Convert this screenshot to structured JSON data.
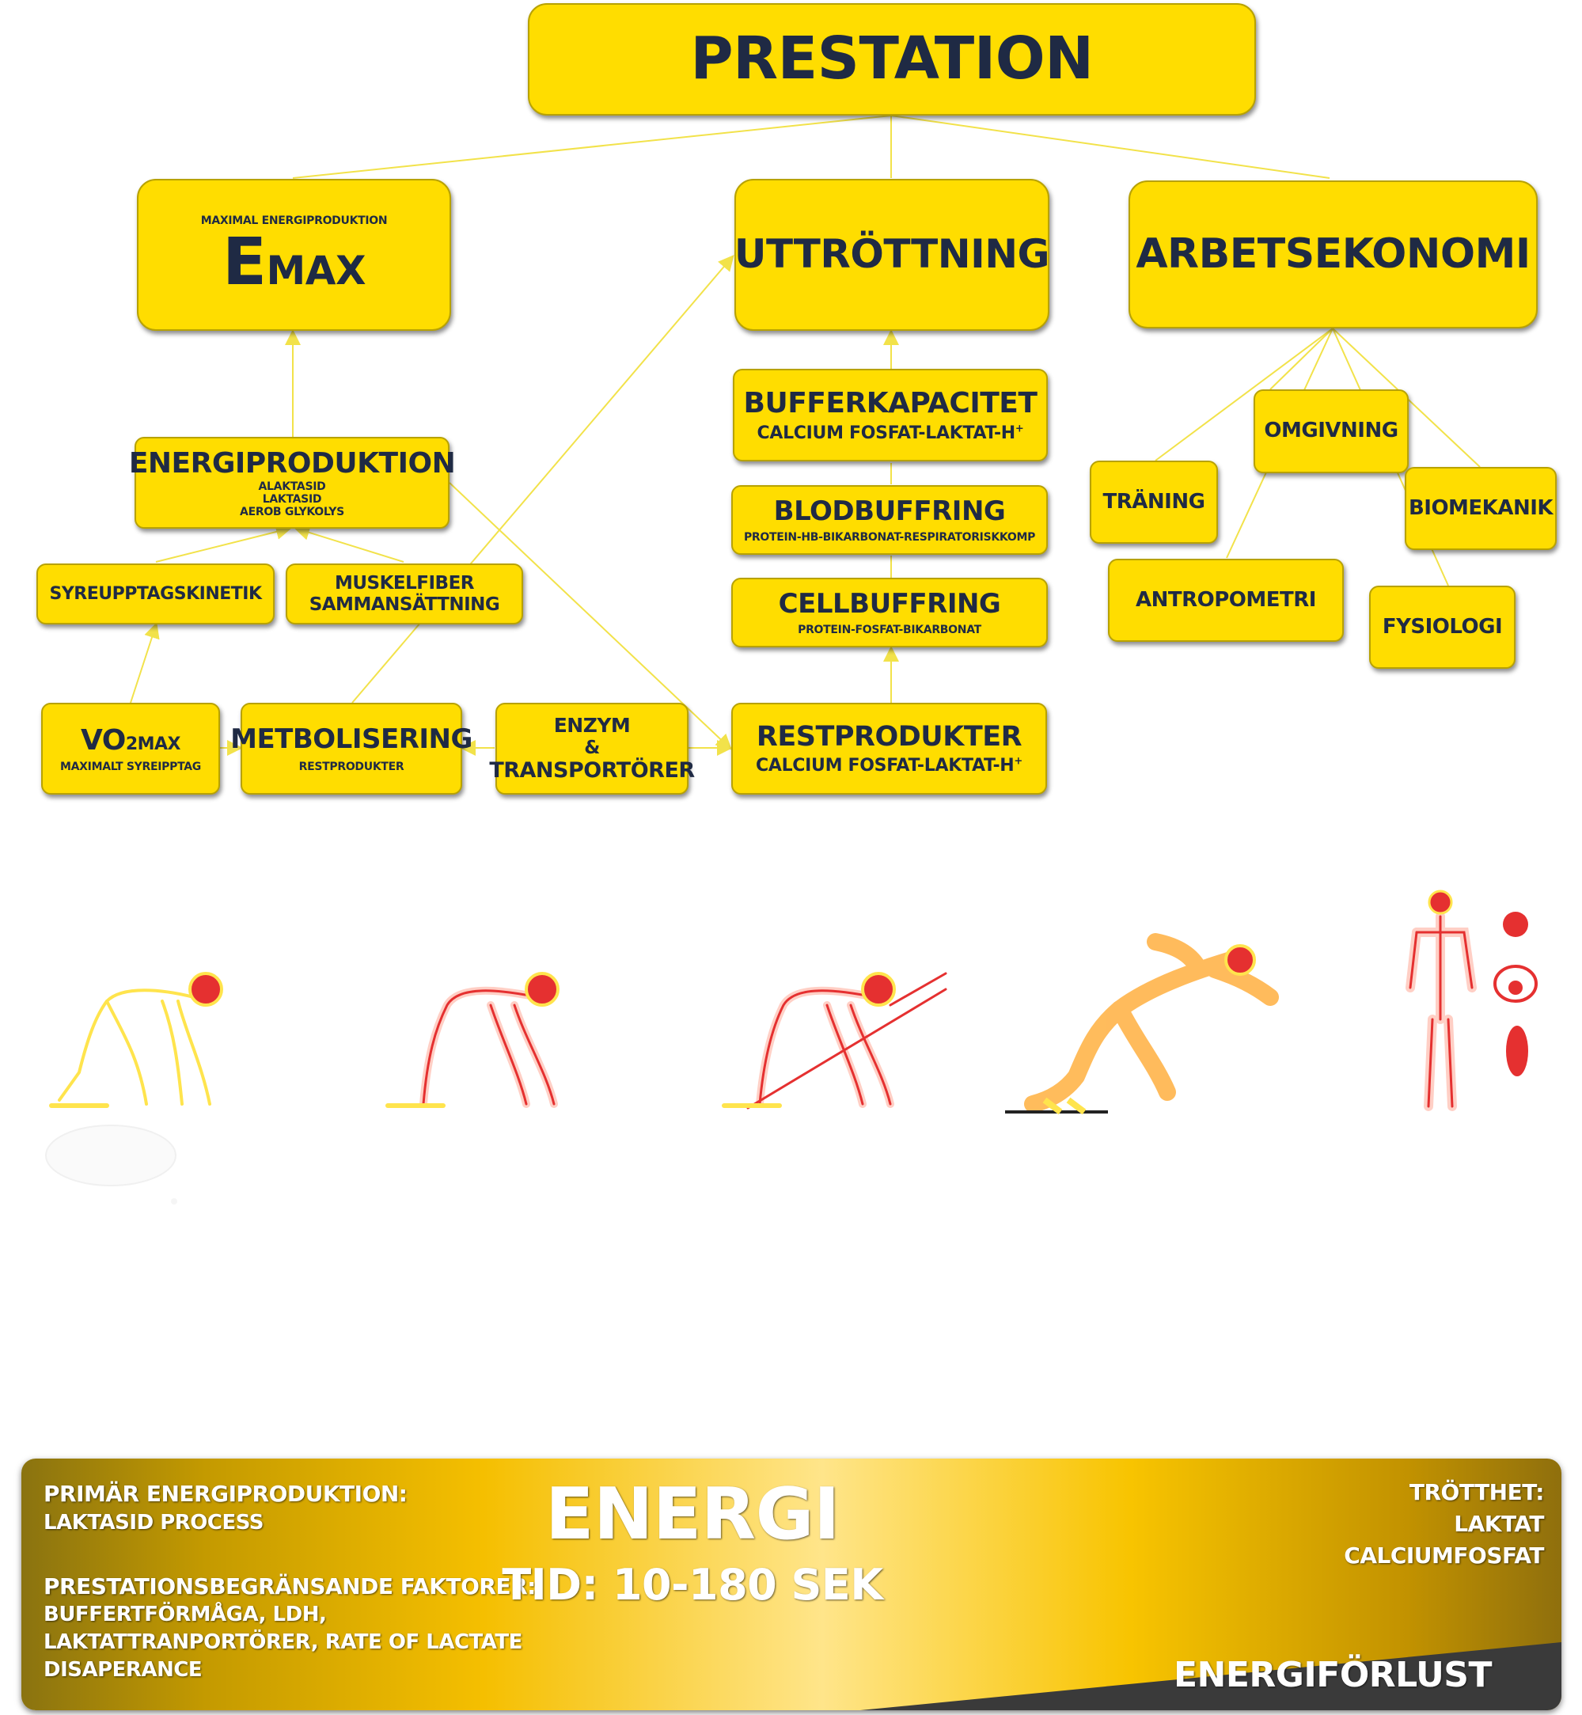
{
  "diagram": {
    "title": "PRESTATION",
    "emax": {
      "sup": "MAXIMAL ENERGIPRODUKTION",
      "main": "E",
      "sub": "MAX"
    },
    "uttrottning": "UTTRÖTTNING",
    "arbetsekonomi": "ARBETSEKONOMI",
    "energiproduktion": {
      "title": "ENERGIPRODUKTION",
      "lines": [
        "ALAKTASID",
        "LAKTASID",
        "AEROB GLYKOLYS"
      ]
    },
    "syreupptagskinetik": "SYREUPPTAGSKINETIK",
    "muskelfiber": [
      "MUSKELFIBER",
      "SAMMANSÄTTNING"
    ],
    "vo2max": {
      "main": "VO",
      "sub": "2MAX",
      "sublabel": "MAXIMALT SYREIPPTAG"
    },
    "metbolisering": {
      "title": "METBOLISERING",
      "sub": "RESTPRODUKTER"
    },
    "enzym": [
      "ENZYM",
      "&",
      "TRANSPORTÖRER"
    ],
    "restprodukter": {
      "title": "RESTPRODUKTER",
      "sub": "CALCIUM FOSFAT-LAKTAT-H",
      "sup": "+"
    },
    "bufferkapacitet": {
      "title": "BUFFERKAPACITET",
      "sub": "CALCIUM FOSFAT-LAKTAT-H",
      "sup": "+"
    },
    "blodbuffring": {
      "title": "BLODBUFFRING",
      "sub": "PROTEIN-HB-BIKARBONAT-RESPIRATORISKKOMP"
    },
    "cellbuffring": {
      "title": "CELLBUFFRING",
      "sub": "PROTEIN-FOSFAT-BIKARBONAT"
    },
    "omgivning": "OMGIVNING",
    "traning": "TRÄNING",
    "biomekanik": "BIOMEKANIK",
    "antropometri": "ANTROPOMETRI",
    "fysiologi": "FYSIOLOGI"
  },
  "footer": {
    "left_heading1": "PRIMÄR ENERGIPRODUKTION:",
    "left_line1": "LAKTASID PROCESS",
    "left_heading2": "PRESTATIONSBEGRÄNSANDE FAKTORER:",
    "left_lines2": [
      "BUFFERTFÖRMÅGA, LDH,",
      "LAKTATTRANPORTÖRER, RATE OF LACTATE",
      "DISAPERANCE"
    ],
    "center_title": "ENERGI",
    "center_sub": "TID: 10-180 SEK",
    "right_heading": "TRÖTTHET:",
    "right_lines": [
      "LAKTAT",
      "CALCIUMFOSFAT"
    ],
    "corner_label": "ENERGIFÖRLUST"
  },
  "colors": {
    "box": "#FFDD00",
    "text": "#1f2a44",
    "line": "#F2E24A",
    "glow_red": "#E53030",
    "glow_yellow": "#FFE44D"
  }
}
